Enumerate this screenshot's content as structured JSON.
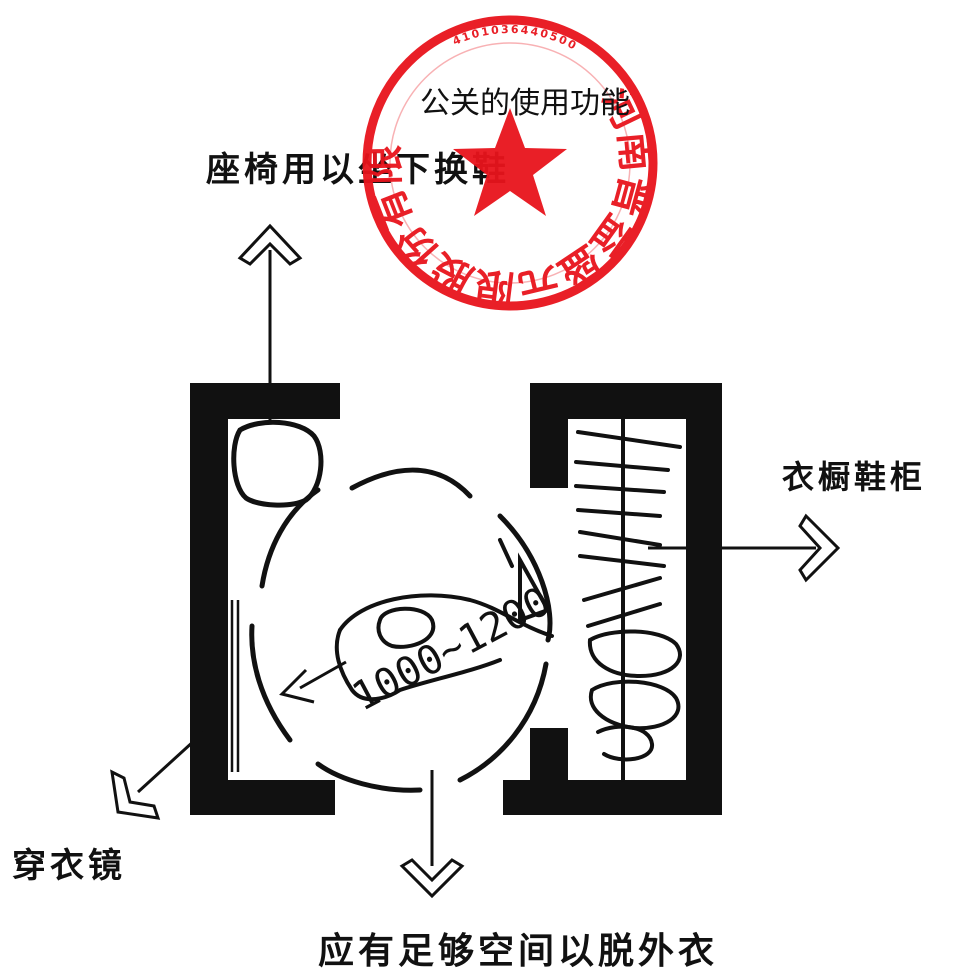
{
  "header": {
    "text": "公关的使用功能"
  },
  "labels": {
    "seat": "座椅用以坐下换鞋",
    "wardrobe": "衣橱鞋柜",
    "mirror": "穿衣镜",
    "space": "应有足够空间以脱外衣",
    "dimension": "1000~1200"
  },
  "stamp": {
    "ring_text": "河南晋益盛元限股份有限公司",
    "serial": "4101036440500",
    "color": "#e8141c"
  },
  "colors": {
    "ink": "#111111"
  }
}
